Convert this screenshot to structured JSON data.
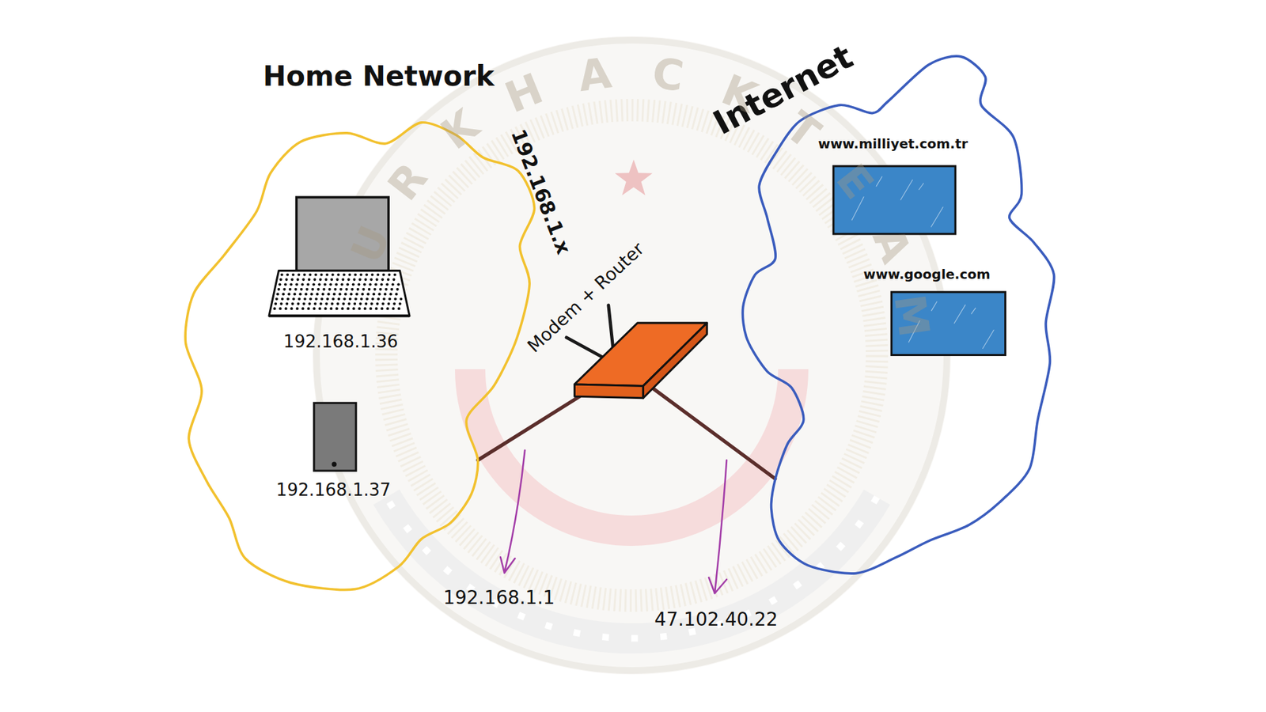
{
  "diagram": {
    "nodes": [
      {
        "text": [
          "Home Network"
        ]
      },
      {
        "text": [
          "192.168.1.36"
        ],
        "in": 0
      },
      {
        "text": [
          "192.168.1.37"
        ],
        "in": 0
      },
      {
        "text": [
          "Modem + Router"
        ]
      },
      {
        "text": [
          "Internet"
        ]
      },
      {
        "text": [
          "www.milliyet.com.tr"
        ],
        "in": 4
      },
      {
        "text": [
          "www.google.com"
        ],
        "in": 4
      }
    ],
    "edges": [
      {
        "from": 3,
        "to": 0,
        "arrow": "none"
      },
      {
        "from": 3,
        "to": 4,
        "arrow": "none"
      }
    ],
    "labels": [
      "192.168.1.x",
      "192.168.1.1",
      "47.102.40.22",
      "URKHACKTEAM"
    ]
  }
}
